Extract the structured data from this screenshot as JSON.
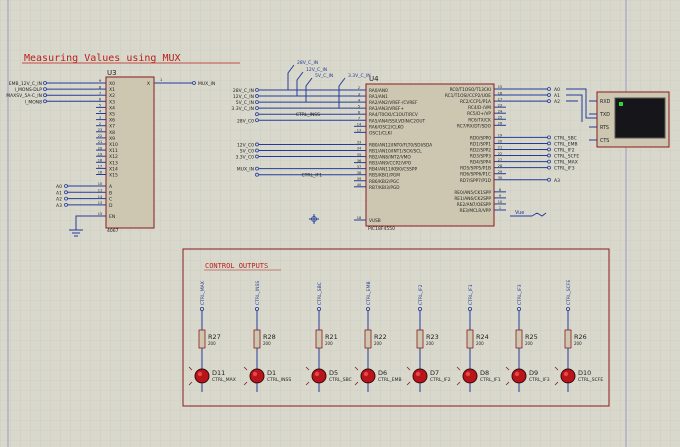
{
  "title": "Measuring Values using MUX",
  "mux": {
    "ref": "U3",
    "part": "4067",
    "left_pins": [
      "X0",
      "X1",
      "X2",
      "X3",
      "X4",
      "X5",
      "X6",
      "X7",
      "X8",
      "X9",
      "X10",
      "X11",
      "X12",
      "X13",
      "X14",
      "X15"
    ],
    "left_pin_nums": [
      "9",
      "8",
      "7",
      "6",
      "5",
      "4",
      "3",
      "2",
      "23",
      "22",
      "21",
      "20",
      "19",
      "18",
      "17",
      "16"
    ],
    "ctrl_pins": [
      "A",
      "B",
      "C",
      "D",
      "EN"
    ],
    "ctrl_pin_nums": [
      "10",
      "11",
      "14",
      "13",
      "15"
    ],
    "out_pin": "X",
    "out_pin_num": "1",
    "inputs": [
      "EMB_12V_C_IN",
      "I_MONS-DLP",
      "MAXSV_5A-C_IN",
      "I_MON8"
    ],
    "output": "MUX_IN",
    "addr_inputs": [
      "A0",
      "A1",
      "A2",
      "A3"
    ]
  },
  "mcu": {
    "ref": "U4",
    "part": "PIC18F4550",
    "left_pins": [
      "RA0/AN0",
      "RA1/AN1",
      "RA2/AN2/VREF-/CVREF",
      "RA3/AN3/VREF+",
      "RA4/T0CKI/C1OUT/RCV",
      "RA5/AN4/SS/LVDIN/C2OUT",
      "RA6/OSC2/CLKO",
      "OSC1/CLKI",
      "",
      "RB0/AN12/INT0/FLT0/SDI/SDA",
      "RB1/AN10/INT1/SCK/SCL",
      "RB2/AN8/INT2/VMO",
      "RB3/AN9/CCP2/VPO",
      "RB4/AN11/KBI0/CSSPP",
      "RB5/KBI1/PGM",
      "RB6/KBI2/PGC",
      "RB7/KBI3/PGD"
    ],
    "left_nums": [
      "2",
      "3",
      "4",
      "5",
      "6",
      "7",
      "14",
      "13",
      "",
      "33",
      "34",
      "35",
      "36",
      "37",
      "38",
      "39",
      "40"
    ],
    "right_pins": [
      "RC0/T1OSO/T13CKI",
      "RC1/T1OSI/CCP2/UOE",
      "RC2/CCP1/P1A",
      "RC4/D-/VM",
      "RC5/D+/VP",
      "RC6/TX/CK",
      "RC7/RX/DT/SDO",
      "",
      "RD0/SPP0",
      "RD1/SPP1",
      "RD2/SPP2",
      "RD3/SPP3",
      "RD4/SPP4",
      "RD5/SPP5/P1B",
      "RD6/SPP6/P1C",
      "RD7/SPP7/P1D",
      "",
      "RE0/AN5/CK1SPP",
      "RE1/AN6/CK2SPP",
      "RE2/AN7/OESPP",
      "RE3/MCLR/VPP"
    ],
    "right_nums": [
      "15",
      "16",
      "17",
      "23",
      "24",
      "25",
      "26",
      "",
      "19",
      "20",
      "21",
      "22",
      "27",
      "28",
      "29",
      "30",
      "",
      "8",
      "9",
      "10",
      "1"
    ],
    "vusb": "VUSB",
    "vusb_num": "18",
    "left_nets": [
      "28V_C_IN",
      "12V_C_IN",
      "5V_C_IN",
      "3.3V_C_IN",
      "CTRL_INSS",
      "28V_C0",
      "",
      "",
      "",
      "12V_C0",
      "5V_C0",
      "3.3V_C0",
      "",
      "MUX_IN",
      "CTRL_IF1",
      "",
      ""
    ],
    "right_nets": [
      "A0",
      "A1",
      "A2",
      "",
      "",
      "",
      "",
      "",
      "CTRL_SBC",
      "CTRL_EMB",
      "CTRL_IF2",
      "CTRL_SCFE",
      "CTRL_MAX",
      "CTRL_IF3",
      "",
      "A3",
      "",
      "",
      "",
      "",
      ""
    ]
  },
  "power_labels": [
    "28V_C_IN",
    "12V_C_IN",
    "5V_C_IN",
    "3.3V_C_IN"
  ],
  "vue_label": "Vue",
  "terminal": {
    "pins": [
      "RXD",
      "TXD",
      "RTS",
      "CTS"
    ]
  },
  "control_outputs": {
    "title": "CONTROL OUTPUTS",
    "channels": [
      {
        "net": "CTRL_MAX",
        "res": "R27",
        "rval": "200",
        "led": "D11",
        "label": "CTRL_MAX"
      },
      {
        "net": "CTRL_INSS",
        "res": "R28",
        "rval": "200",
        "led": "D1",
        "label": "CTRL_INSS"
      },
      {
        "net": "CTRL_SBC",
        "res": "R21",
        "rval": "200",
        "led": "D5",
        "label": "CTRL_SBC"
      },
      {
        "net": "CTRL_EMB",
        "res": "R22",
        "rval": "200",
        "led": "D6",
        "label": "CTRL_EMB"
      },
      {
        "net": "CTRL_IF2",
        "res": "R23",
        "rval": "200",
        "led": "D7",
        "label": "CTRL_IF2"
      },
      {
        "net": "CTRL_IF1",
        "res": "R24",
        "rval": "200",
        "led": "D8",
        "label": "CTRL_IF1"
      },
      {
        "net": "CTRL_IF3",
        "res": "R25",
        "rval": "200",
        "led": "D9",
        "label": "CTRL_IF3"
      },
      {
        "net": "CTRL_SCFE",
        "res": "R26",
        "rval": "200",
        "led": "D10",
        "label": "CTRL_SCFE"
      }
    ]
  },
  "colors": {
    "background": "#d9d8cc",
    "grid": "#c6c5b8",
    "wire": "#233c9a",
    "body": "#8a1a1a",
    "chip": "#cdc7b1",
    "title": "#b8201b",
    "led": "#c01818"
  }
}
